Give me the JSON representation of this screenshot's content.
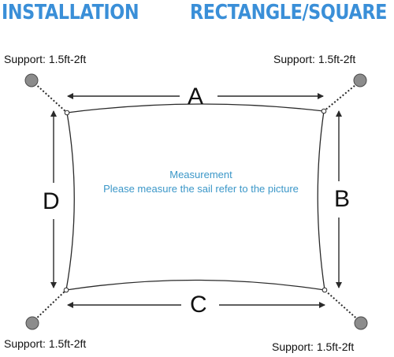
{
  "headings": {
    "installation": "INSTALLATION",
    "shape": "RECTANGLE/SQUARE"
  },
  "supports": {
    "top_left": "Support: 1.5ft-2ft",
    "top_right": "Support: 1.5ft-2ft",
    "bottom_left": "Support: 1.5ft-2ft",
    "bottom_right": "Support: 1.5ft-2ft"
  },
  "dimensions": {
    "a": "A",
    "b": "B",
    "c": "C",
    "d": "D"
  },
  "note": {
    "title": "Measurement",
    "body": "Please measure the sail refer to the picture"
  },
  "colors": {
    "heading": "#3a8fd8",
    "note": "#3b97c8",
    "outline": "#2a2a2a",
    "post": "#8c8c8c"
  }
}
